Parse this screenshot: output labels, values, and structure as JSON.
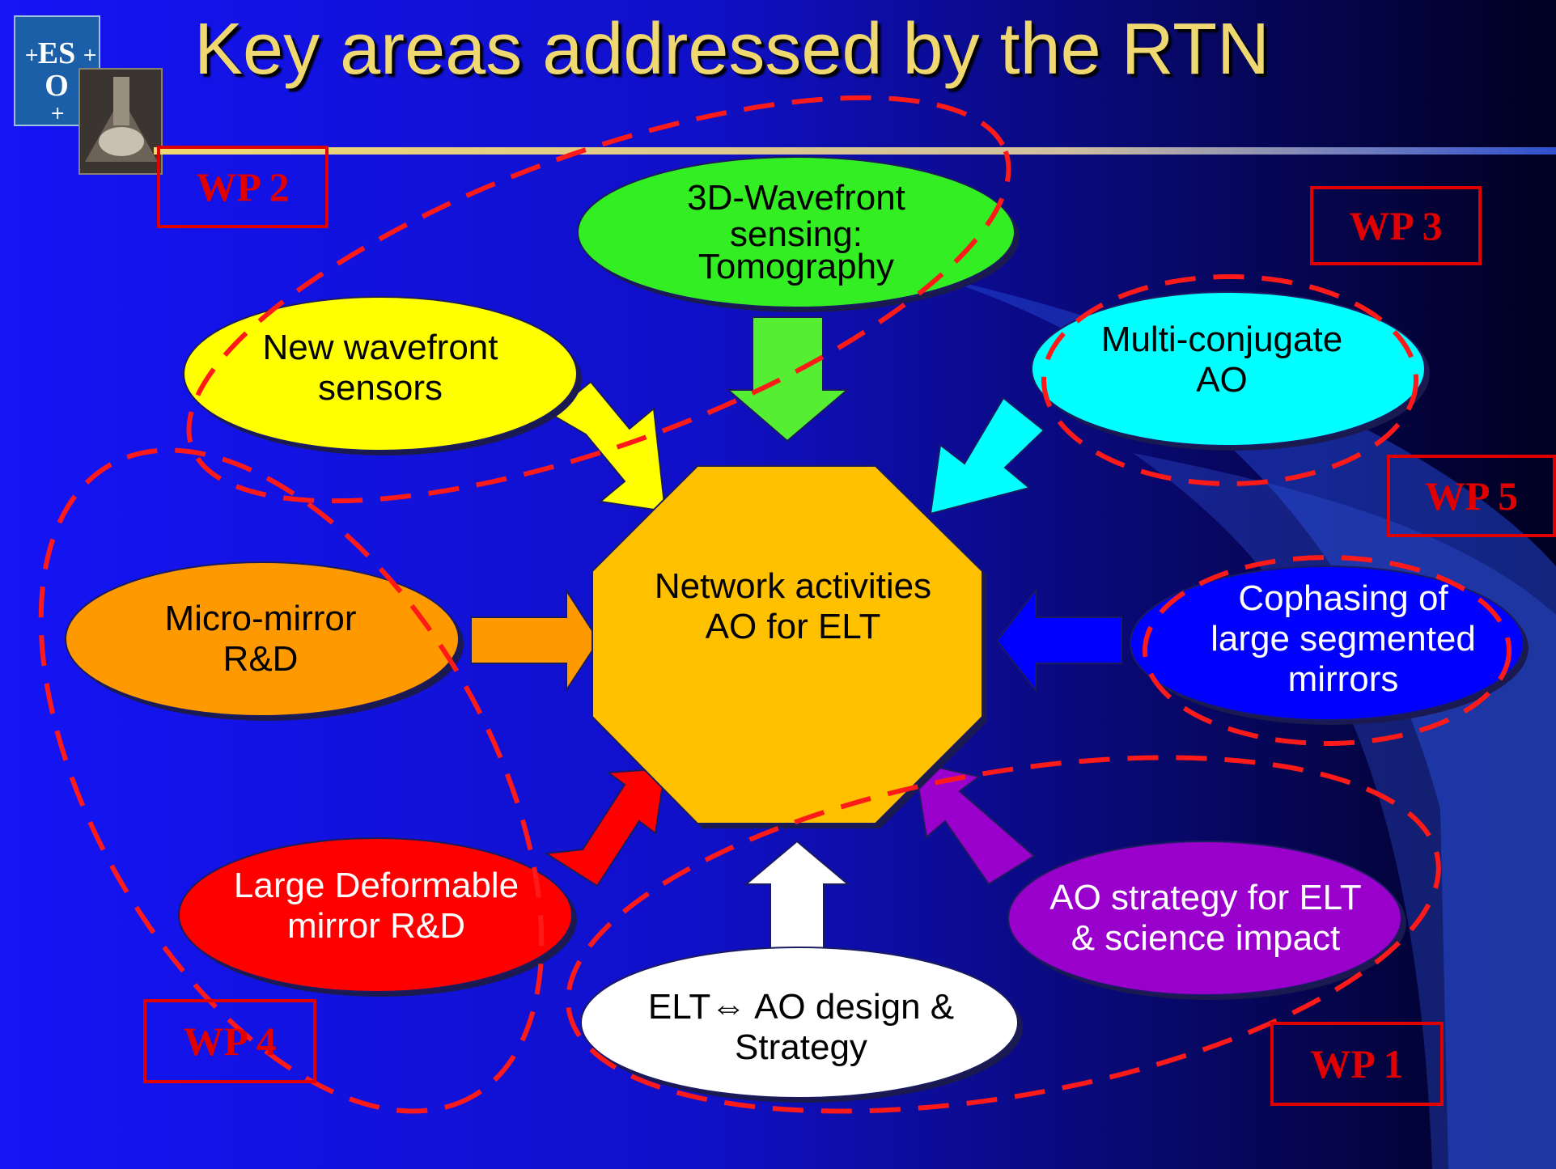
{
  "title": "Key areas addressed by the RTN",
  "logo": {
    "text": "ES O"
  },
  "center": {
    "line1": "Network activities",
    "line2": "AO for ELT"
  },
  "nodes": {
    "tomography": {
      "line1": "3D-Wavefront",
      "line2": "sensing:",
      "line3": "Tomography"
    },
    "new_wfs": {
      "line1": "New wavefront",
      "line2": "sensors"
    },
    "mcao": {
      "line1": "Multi-conjugate",
      "line2": "AO"
    },
    "micro_mirror": {
      "line1": "Micro-mirror",
      "line2": "R&D"
    },
    "cophasing": {
      "line1": "Cophasing of",
      "line2": "large segmented",
      "line3": "mirrors"
    },
    "large_dm": {
      "line1": "Large Deformable",
      "line2": "mirror R&D"
    },
    "ao_strategy": {
      "line1": "AO strategy for ELT",
      "line2": "& science impact"
    },
    "elt_ao_design": {
      "line1": "ELT⇔ AO design &",
      "line2": "Strategy"
    }
  },
  "work_packages": {
    "wp1": "WP 1",
    "wp2": "WP 2",
    "wp3": "WP 3",
    "wp4": "WP 4",
    "wp5": "WP 5"
  },
  "colors": {
    "background_left": "#1010f0",
    "background_right": "#000030",
    "title": "#f0d870",
    "wp_red": "#e00000",
    "center_octagon": "#ffc000",
    "tomography": "#33ee22",
    "new_wfs": "#ffff00",
    "mcao": "#00ffff",
    "micro_mirror": "#ff9900",
    "cophasing": "#0000ff",
    "large_dm": "#ff0000",
    "ao_strategy": "#9900cc",
    "elt_ao_design": "#ffffff"
  }
}
